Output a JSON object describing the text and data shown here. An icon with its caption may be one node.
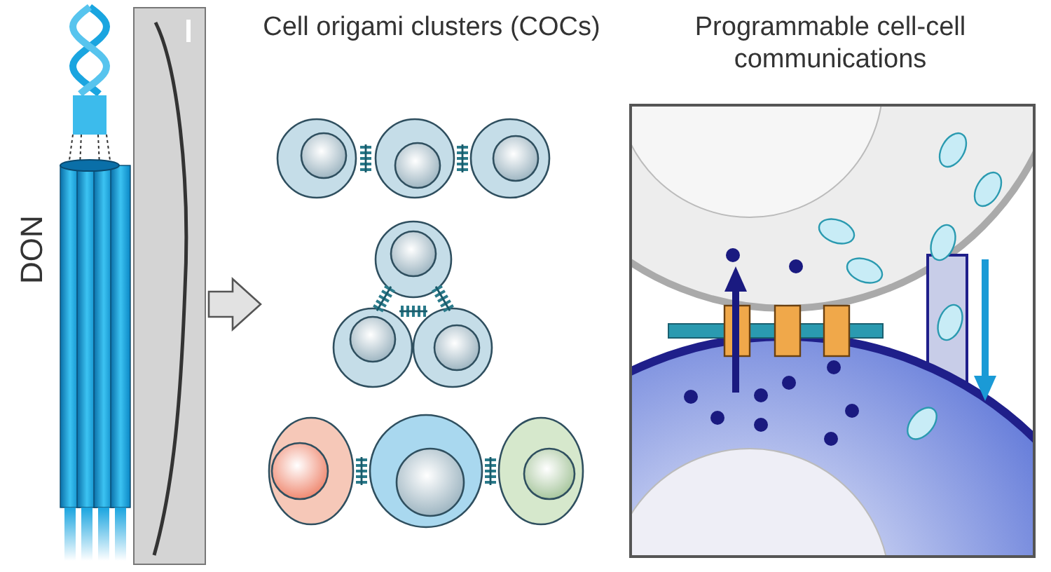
{
  "diagram": {
    "nodes": [
      {
        "text": [
          "DON"
        ]
      },
      {
        "text": [],
        "shape": "picture"
      },
      {
        "text": [
          "Cell origami clusters (COCs)"
        ]
      },
      {
        "text": [
          "Programmable cell-cell communications"
        ]
      }
    ],
    "edges": [
      {
        "from": 1,
        "to": 2,
        "arrow": "to"
      }
    ]
  }
}
